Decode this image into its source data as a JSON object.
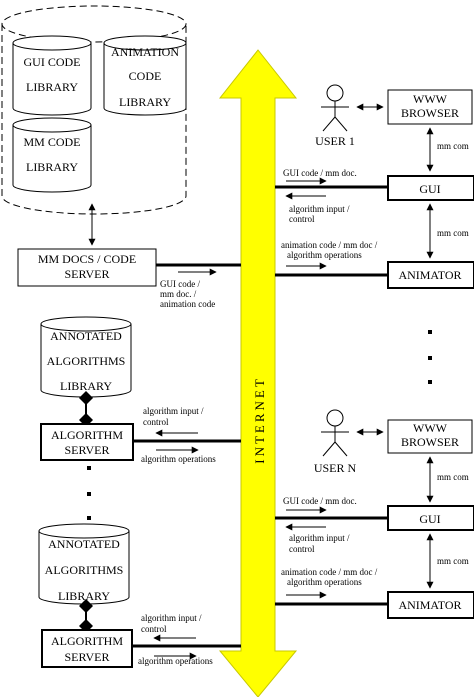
{
  "internet_label": "INTERNET",
  "colors": {
    "backbone": "#ffff00",
    "backbone_stroke": "#b8b800"
  },
  "server_cylinder": {
    "gui_lib": [
      "GUI CODE",
      "LIBRARY"
    ],
    "anim_lib": [
      "ANIMATION",
      "CODE",
      "LIBRARY"
    ],
    "mm_lib": [
      "MM CODE",
      "LIBRARY"
    ]
  },
  "mm_server": [
    "MM DOCS / CODE",
    "SERVER"
  ],
  "mm_server_out": [
    "GUI code /",
    "mm doc. /",
    "animation code"
  ],
  "algo_lib_1": [
    "ANNOTATED",
    "ALGORITHMS",
    "LIBRARY"
  ],
  "algo_server_1": [
    "ALGORITHM",
    "SERVER"
  ],
  "algo_lib_2": [
    "ANNOTATED",
    "ALGORITHMS",
    "LIBRARY"
  ],
  "algo_server_2": [
    "ALGORITHM",
    "SERVER"
  ],
  "algo_link": {
    "input": [
      "algorithm input /",
      "control"
    ],
    "ops": "algorithm operations"
  },
  "user_1": {
    "name": "USER 1",
    "browser": [
      "WWW",
      "BROWSER"
    ],
    "gui": "GUI",
    "animator": "ANIMATOR",
    "mm_com": "mm com",
    "gui_in": "GUI code / mm doc.",
    "gui_out": [
      "algorithm input /",
      "control"
    ],
    "anim_in": [
      "animation code / mm doc /",
      "algorithm operations"
    ]
  },
  "user_n": {
    "name": "USER N",
    "browser": [
      "WWW",
      "BROWSER"
    ],
    "gui": "GUI",
    "animator": "ANIMATOR",
    "mm_com": "mm com",
    "gui_in": "GUI code / mm doc.",
    "gui_out": [
      "algorithm input /",
      "control"
    ],
    "anim_in": [
      "animation code / mm doc /",
      "algorithm operations"
    ]
  }
}
